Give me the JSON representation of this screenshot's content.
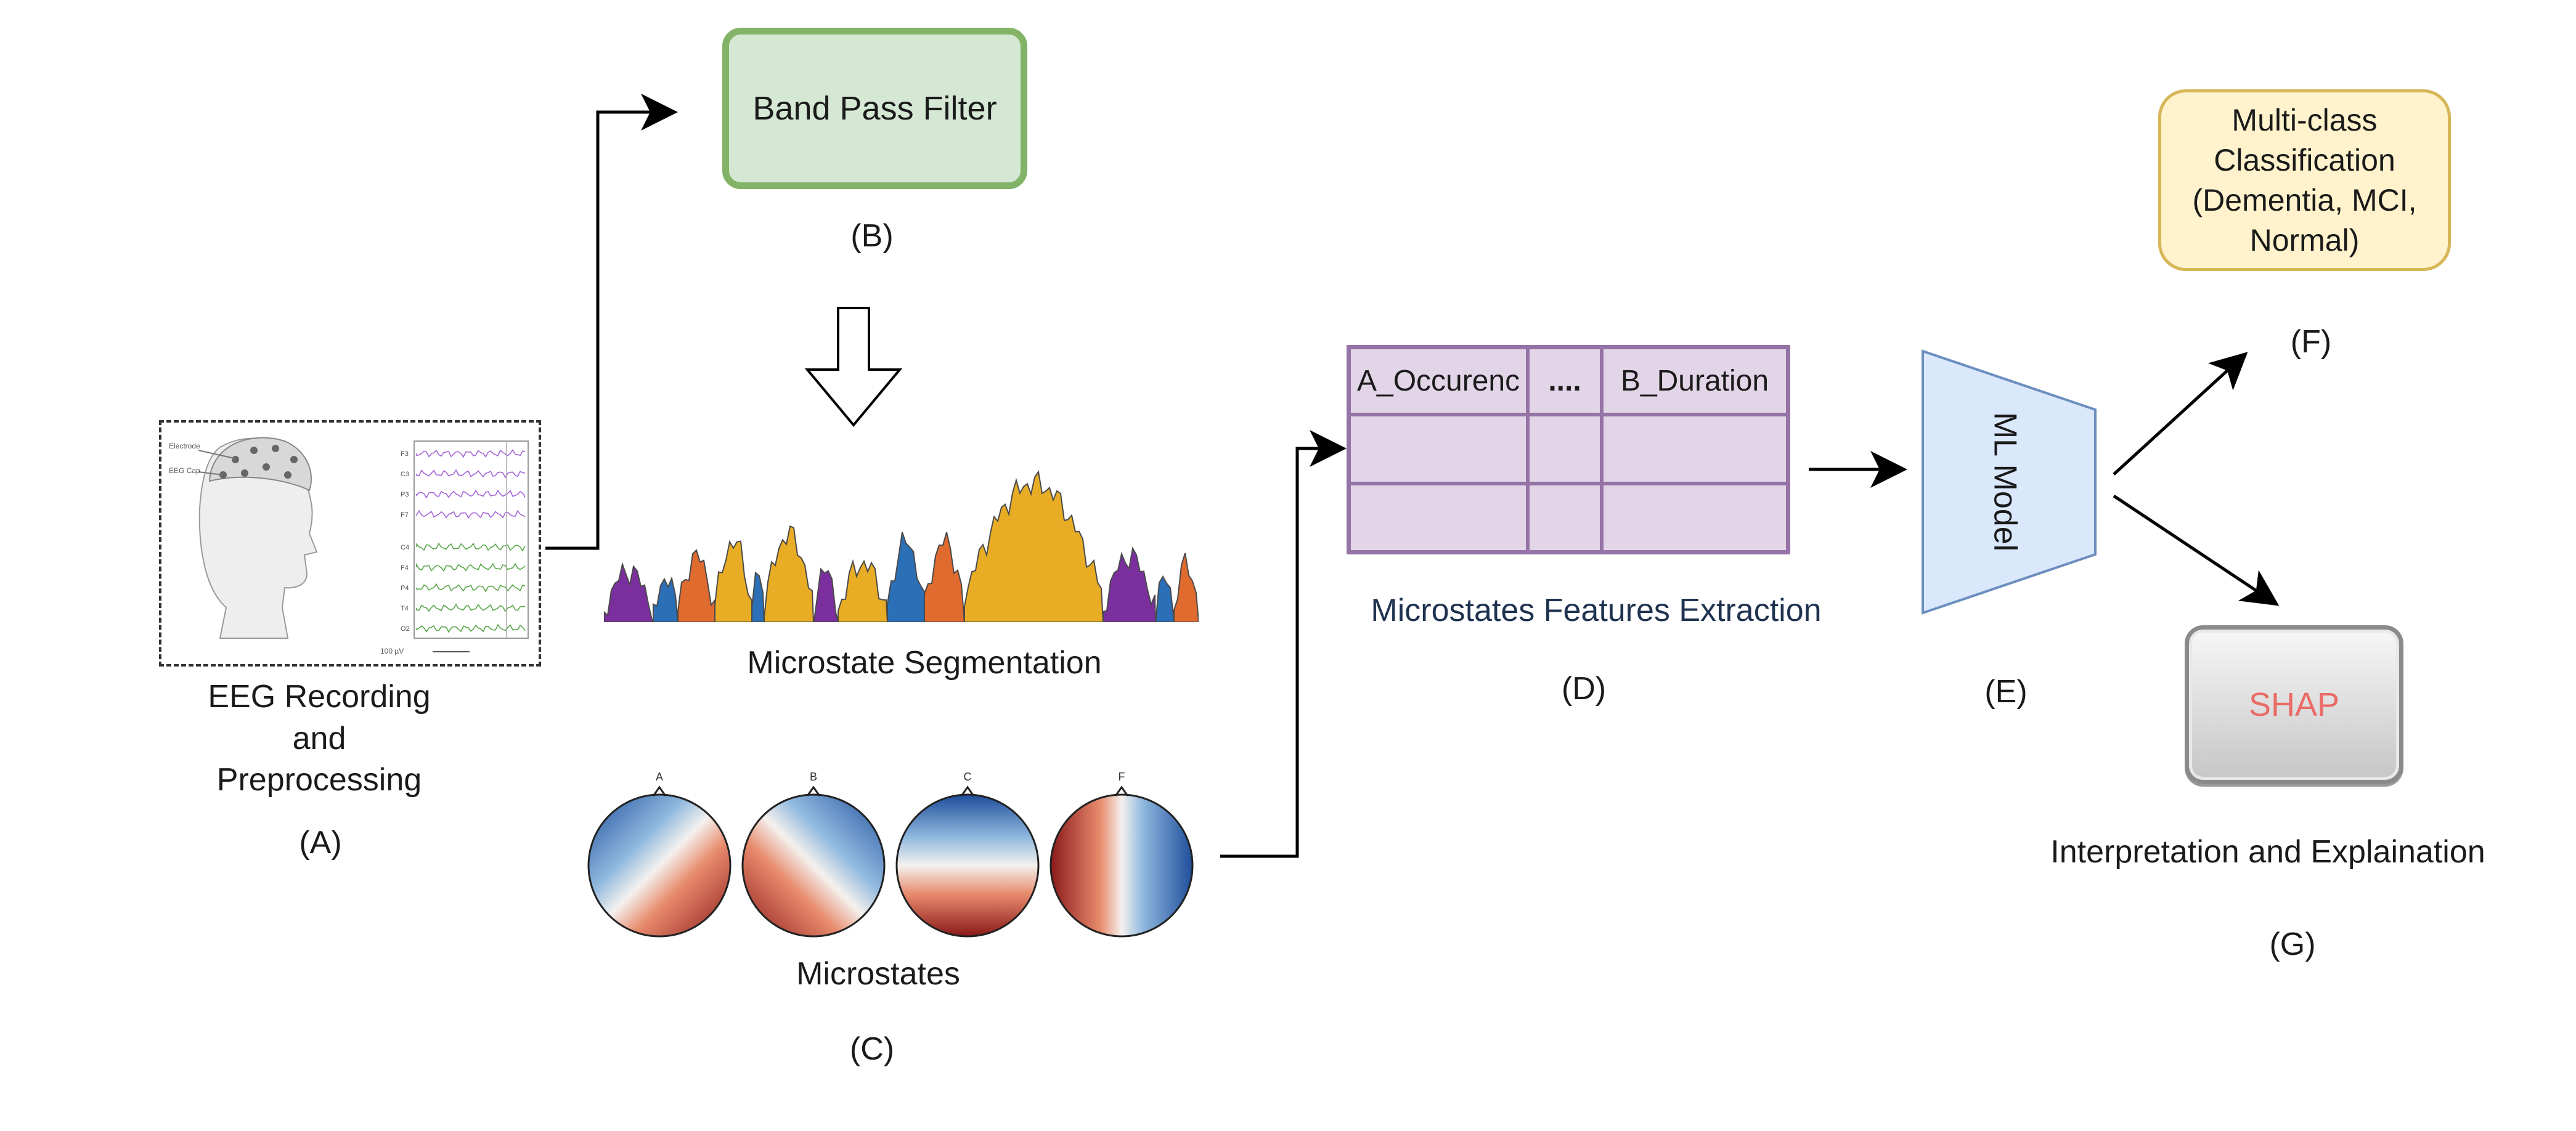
{
  "nodes": {
    "eeg": {
      "label_lines": [
        "EEG Recording",
        "and",
        "Preprocessing"
      ],
      "tag": "(A)",
      "figure_text": {
        "electrode": "Electrode",
        "eeg_cap": "EEG Cap",
        "channels": [
          "F3",
          "C3",
          "P3",
          "F7",
          "C4",
          "F4",
          "P4",
          "T4",
          "O2"
        ],
        "scale": "100 µV"
      }
    },
    "band_pass": {
      "label": "Band Pass Filter",
      "tag": "(B)",
      "color": "#d5e8d4",
      "border": "#82b366"
    },
    "segmentation": {
      "label": "Microstate Segmentation",
      "colors": [
        "#7b2f9e",
        "#2b6fb6",
        "#e06b2f",
        "#e8ad24",
        "#5b5b5b"
      ]
    },
    "microstates": {
      "label": "Microstates",
      "tag": "(C)",
      "maps": [
        "A",
        "B",
        "C",
        "F"
      ]
    },
    "features": {
      "label": "Microstates Features Extraction",
      "tag": "(D)",
      "table_headers": [
        "A_Occurenc",
        "....",
        "B_Duration"
      ],
      "fill": "#e1d5e7",
      "border": "#9673a6",
      "label_color": "#1f3350"
    },
    "ml_model": {
      "label": "ML Model",
      "tag": "(E)",
      "fill": "#dae8fc",
      "border": "#6c8ebf"
    },
    "classification": {
      "label_lines": [
        "Multi-class",
        "Classification",
        "(Dementia, MCI,",
        "Normal)"
      ],
      "tag": "(F)",
      "fill": "#fff2cc",
      "border": "#d6b656"
    },
    "shap": {
      "label": "SHAP",
      "tag": "(G)",
      "caption": "Interpretation and Explaination",
      "text_color": "#ea6b66"
    }
  }
}
